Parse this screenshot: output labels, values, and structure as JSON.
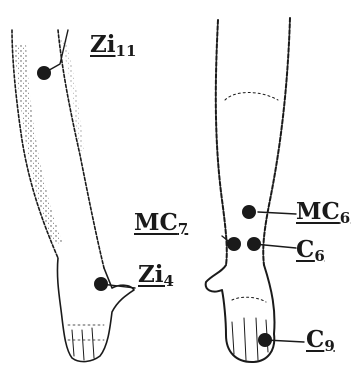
{
  "points": [
    {
      "id": "zi11",
      "name": "Zi",
      "sub": "11"
    },
    {
      "id": "zi4",
      "name": "Zi",
      "sub": "4"
    },
    {
      "id": "mc7",
      "name": "MC",
      "sub": "7"
    },
    {
      "id": "mc6",
      "name": "MC",
      "sub": "6"
    },
    {
      "id": "c6",
      "name": "C",
      "sub": "6"
    },
    {
      "id": "c9",
      "name": "C",
      "sub": "9"
    }
  ],
  "colors": {
    "ink": "#1a1a1a",
    "stipple": "#3a3a3a",
    "background": "#ffffff"
  }
}
